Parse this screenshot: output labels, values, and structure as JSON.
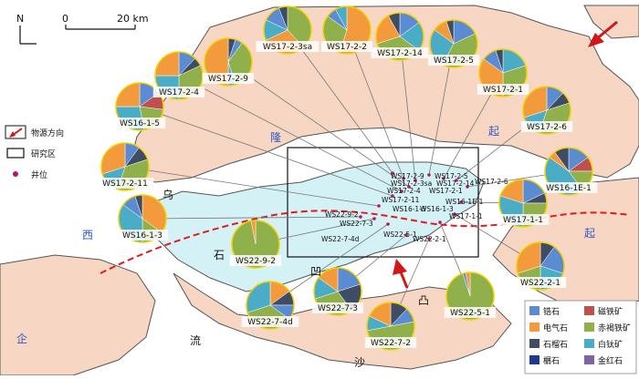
{
  "north": "N",
  "scale": {
    "zero": "0",
    "end": "20 km"
  },
  "regions": [
    {
      "key": "long",
      "text": "隆"
    },
    {
      "key": "qi1",
      "text": "起"
    },
    {
      "key": "qi2",
      "text": "起"
    },
    {
      "key": "wu",
      "text": "乌"
    },
    {
      "key": "xi",
      "text": "西"
    },
    {
      "key": "shi",
      "text": "石"
    },
    {
      "key": "ao",
      "text": "凹"
    },
    {
      "key": "tu",
      "text": "凸"
    },
    {
      "key": "qi3",
      "text": "企"
    },
    {
      "key": "liu",
      "text": "流"
    },
    {
      "key": "sha",
      "text": "沙"
    }
  ],
  "left_legend": [
    {
      "symbol": "arrow",
      "label": "物源方向"
    },
    {
      "symbol": "rect",
      "label": "研究区"
    },
    {
      "symbol": "dot",
      "label": "井位"
    }
  ],
  "mineral_legend": [
    {
      "name": "锆石",
      "color": "#5b8bd0"
    },
    {
      "name": "磁铁矿",
      "color": "#c0504d"
    },
    {
      "name": "电气石",
      "color": "#f39a3d"
    },
    {
      "name": "赤褐铁矿",
      "color": "#8fb04b"
    },
    {
      "name": "石榴石",
      "color": "#3e4d63"
    },
    {
      "name": "白钛矿",
      "color": "#4bacc6"
    },
    {
      "name": "榍石",
      "color": "#1f3a8a"
    },
    {
      "name": "金红石",
      "color": "#8064a2"
    }
  ],
  "pie_samples": [
    {
      "name": "WS17-2-3sa",
      "slices": [
        {
          "m": "赤褐铁矿",
          "v": 0.38
        },
        {
          "m": "电气石",
          "v": 0.3
        },
        {
          "m": "白钛矿",
          "v": 0.14
        },
        {
          "m": "锆石",
          "v": 0.12
        },
        {
          "m": "石榴石",
          "v": 0.06
        }
      ]
    },
    {
      "name": "WS17-2-2",
      "slices": [
        {
          "m": "电气石",
          "v": 0.55
        },
        {
          "m": "赤褐铁矿",
          "v": 0.3
        },
        {
          "m": "锆石",
          "v": 0.07
        },
        {
          "m": "白钛矿",
          "v": 0.08
        }
      ]
    },
    {
      "name": "WS17-2-14",
      "slices": [
        {
          "m": "锆石",
          "v": 0.15
        },
        {
          "m": "白钛矿",
          "v": 0.2
        },
        {
          "m": "赤褐铁矿",
          "v": 0.35
        },
        {
          "m": "电气石",
          "v": 0.22
        },
        {
          "m": "石榴石",
          "v": 0.08
        }
      ]
    },
    {
      "name": "WS17-2-5",
      "slices": [
        {
          "m": "锆石",
          "v": 0.18
        },
        {
          "m": "赤褐铁矿",
          "v": 0.4
        },
        {
          "m": "白钛矿",
          "v": 0.27
        },
        {
          "m": "电气石",
          "v": 0.1
        },
        {
          "m": "石榴石",
          "v": 0.05
        }
      ]
    },
    {
      "name": "WS17-2-1",
      "slices": [
        {
          "m": "白钛矿",
          "v": 0.2
        },
        {
          "m": "赤褐铁矿",
          "v": 0.3
        },
        {
          "m": "电气石",
          "v": 0.35
        },
        {
          "m": "锆石",
          "v": 0.1
        },
        {
          "m": "石榴石",
          "v": 0.05
        }
      ]
    },
    {
      "name": "WS17-2-6",
      "slices": [
        {
          "m": "锆石",
          "v": 0.12
        },
        {
          "m": "石榴石",
          "v": 0.08
        },
        {
          "m": "赤褐铁矿",
          "v": 0.35
        },
        {
          "m": "白钛矿",
          "v": 0.15
        },
        {
          "m": "电气石",
          "v": 0.3
        }
      ]
    },
    {
      "name": "WS16-1E-1",
      "slices": [
        {
          "m": "锆石",
          "v": 0.15
        },
        {
          "m": "磁铁矿",
          "v": 0.1
        },
        {
          "m": "赤褐铁矿",
          "v": 0.15
        },
        {
          "m": "白钛矿",
          "v": 0.45
        },
        {
          "m": "电气石",
          "v": 0.05
        },
        {
          "m": "石榴石",
          "v": 0.1
        }
      ]
    },
    {
      "name": "WS17-1-1",
      "slices": [
        {
          "m": "锆石",
          "v": 0.18
        },
        {
          "m": "石榴石",
          "v": 0.07
        },
        {
          "m": "赤褐铁矿",
          "v": 0.25
        },
        {
          "m": "白钛矿",
          "v": 0.3
        },
        {
          "m": "电气石",
          "v": 0.2
        }
      ]
    },
    {
      "name": "WS22-2-1",
      "slices": [
        {
          "m": "石榴石",
          "v": 0.1
        },
        {
          "m": "锆石",
          "v": 0.2
        },
        {
          "m": "白钛矿",
          "v": 0.2
        },
        {
          "m": "赤褐铁矿",
          "v": 0.2
        },
        {
          "m": "电气石",
          "v": 0.3
        }
      ]
    },
    {
      "name": "WS22-5-1",
      "slices": [
        {
          "m": "赤褐铁矿",
          "v": 0.95
        },
        {
          "m": "锆石",
          "v": 0.02
        },
        {
          "m": "电气石",
          "v": 0.03
        }
      ]
    },
    {
      "name": "WS22-7-2",
      "slices": [
        {
          "m": "石榴石",
          "v": 0.12
        },
        {
          "m": "锆石",
          "v": 0.1
        },
        {
          "m": "赤褐铁矿",
          "v": 0.5
        },
        {
          "m": "白钛矿",
          "v": 0.1
        },
        {
          "m": "电气石",
          "v": 0.18
        }
      ]
    },
    {
      "name": "WS22-7-3",
      "slices": [
        {
          "m": "锆石",
          "v": 0.2
        },
        {
          "m": "石榴石",
          "v": 0.2
        },
        {
          "m": "赤褐铁矿",
          "v": 0.3
        },
        {
          "m": "白钛矿",
          "v": 0.15
        },
        {
          "m": "电气石",
          "v": 0.15
        }
      ]
    },
    {
      "name": "WS22-7-4d",
      "slices": [
        {
          "m": "电气石",
          "v": 0.15
        },
        {
          "m": "石榴石",
          "v": 0.1
        },
        {
          "m": "锆石",
          "v": 0.1
        },
        {
          "m": "赤褐铁矿",
          "v": 0.35
        },
        {
          "m": "白钛矿",
          "v": 0.3
        }
      ]
    },
    {
      "name": "WS22-9-2",
      "slices": [
        {
          "m": "赤褐铁矿",
          "v": 0.97
        },
        {
          "m": "电气石",
          "v": 0.03
        }
      ]
    },
    {
      "name": "WS16-1-3",
      "slices": [
        {
          "m": "电气石",
          "v": 0.35
        },
        {
          "m": "赤褐铁矿",
          "v": 0.15
        },
        {
          "m": "白钛矿",
          "v": 0.35
        },
        {
          "m": "锆石",
          "v": 0.1
        },
        {
          "m": "石榴石",
          "v": 0.05
        }
      ]
    },
    {
      "name": "WS17-2-11",
      "slices": [
        {
          "m": "锆石",
          "v": 0.1
        },
        {
          "m": "石榴石",
          "v": 0.1
        },
        {
          "m": "赤褐铁矿",
          "v": 0.35
        },
        {
          "m": "白钛矿",
          "v": 0.15
        },
        {
          "m": "电气石",
          "v": 0.3
        }
      ]
    },
    {
      "name": "WS16-1-5",
      "slices": [
        {
          "m": "锆石",
          "v": 0.15
        },
        {
          "m": "磁铁矿",
          "v": 0.12
        },
        {
          "m": "赤褐铁矿",
          "v": 0.2
        },
        {
          "m": "白钛矿",
          "v": 0.28
        },
        {
          "m": "电气石",
          "v": 0.25
        }
      ]
    },
    {
      "name": "WS17-2-4",
      "slices": [
        {
          "m": "锆石",
          "v": 0.12
        },
        {
          "m": "石榴石",
          "v": 0.06
        },
        {
          "m": "赤褐铁矿",
          "v": 0.32
        },
        {
          "m": "白钛矿",
          "v": 0.25
        },
        {
          "m": "电气石",
          "v": 0.25
        }
      ]
    },
    {
      "name": "WS17-2-9",
      "slices": [
        {
          "m": "石榴石",
          "v": 0.05
        },
        {
          "m": "锆石",
          "v": 0.05
        },
        {
          "m": "赤褐铁矿",
          "v": 0.35
        },
        {
          "m": "白钛矿",
          "v": 0.05
        },
        {
          "m": "电气石",
          "v": 0.5
        }
      ]
    }
  ],
  "well_labels": [
    "WS17-2-9",
    "WS17-2-3sa",
    "WS17-2-4",
    "WS17-2-5",
    "WS17-2-14",
    "WS17-2-1",
    "WS17-2-6",
    "WS16-1E-1",
    "WS16-1-5",
    "WS17-2-11",
    "WS16-1-3",
    "WS17-1-1",
    "WS22-9-2",
    "WS22-7-3",
    "WS22-7-4d",
    "WS22-5-1",
    "WS22-2-1"
  ]
}
